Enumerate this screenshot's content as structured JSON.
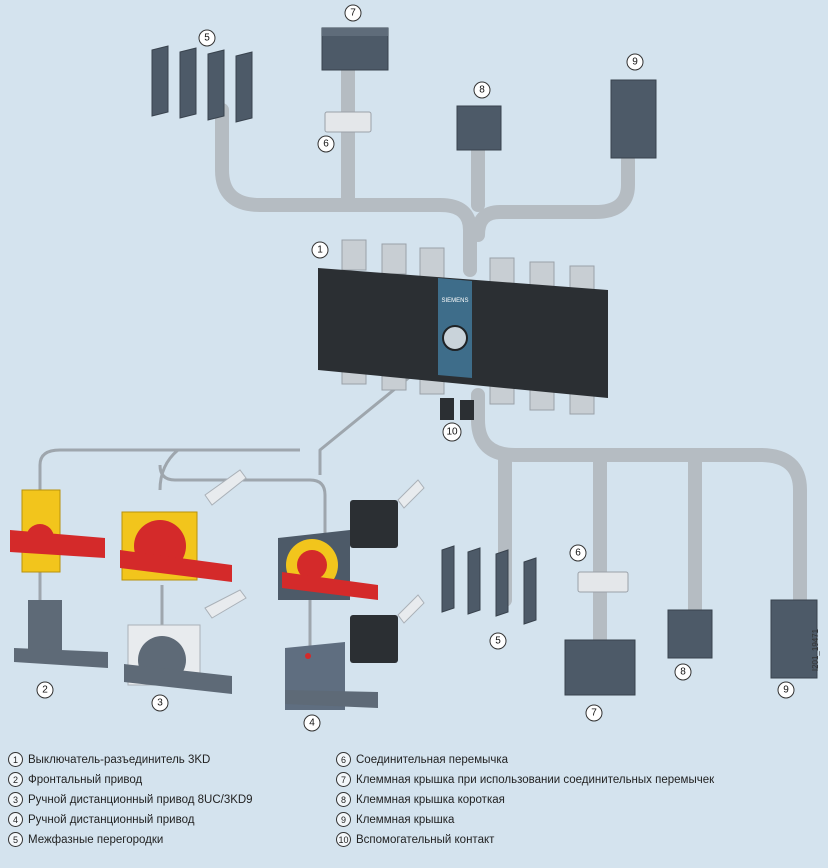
{
  "device": {
    "brand_label": "SIEMENS"
  },
  "code": "I201_19471",
  "callouts": [
    "1",
    "2",
    "3",
    "4",
    "5",
    "6",
    "7",
    "8",
    "9",
    "10"
  ],
  "legend": [
    {
      "num": "1",
      "text": "Выключатель-разъединитель 3KD"
    },
    {
      "num": "2",
      "text": "Фронтальный привод"
    },
    {
      "num": "3",
      "text": "Ручной дистанционный привод 8UC/3KD9"
    },
    {
      "num": "4",
      "text": "Ручной дистанционный привод"
    },
    {
      "num": "5",
      "text": "Межфазные перегородки"
    },
    {
      "num": "6",
      "text": "Соединительная перемычка"
    },
    {
      "num": "7",
      "text": "Клеммная крышка при использовании соединительных перемычек"
    },
    {
      "num": "8",
      "text": "Клеммная крышка короткая"
    },
    {
      "num": "9",
      "text": "Клеммная крышка"
    },
    {
      "num": "10",
      "text": "Вспомогательный контакт"
    }
  ],
  "colors": {
    "background": "#d4e3ee",
    "pipe": "#b5bcc2",
    "dark_part": "#4d5a68",
    "handle_red": "#d42a2a",
    "plate_yellow": "#f2c51c",
    "switch_body": "#2b2f33",
    "accent_blue": "#3e6d8a"
  }
}
